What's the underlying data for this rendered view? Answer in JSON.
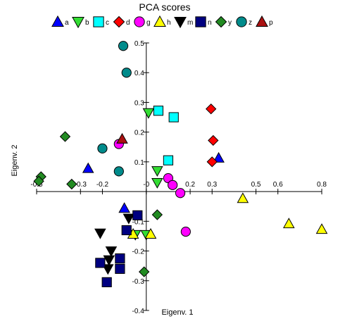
{
  "chart_data": {
    "type": "scatter",
    "title": "PCA scores",
    "xlabel": "Eigenv. 1",
    "ylabel": "Eigenv. 2",
    "xlim": [
      -0.5,
      0.8
    ],
    "ylim": [
      -0.4,
      0.5
    ],
    "grid": false,
    "legend_position": "top",
    "x_ticks": [
      {
        "v": -0.5,
        "label": "-0.5"
      },
      {
        "v": -0.3,
        "label": "-0.3"
      },
      {
        "v": -0.2,
        "label": "-0.2"
      },
      {
        "v": 0.0,
        "label": "-0"
      },
      {
        "v": 0.2,
        "label": "0.2"
      },
      {
        "v": 0.3,
        "label": "0.3"
      },
      {
        "v": 0.5,
        "label": "0.5"
      },
      {
        "v": 0.6,
        "label": "0.6"
      },
      {
        "v": 0.8,
        "label": "0.8"
      }
    ],
    "y_ticks": [
      {
        "v": 0.5,
        "label": "0.5"
      },
      {
        "v": 0.4,
        "label": "0.4"
      },
      {
        "v": 0.3,
        "label": "0.3"
      },
      {
        "v": 0.2,
        "label": "0.2"
      },
      {
        "v": 0.1,
        "label": "0.1"
      },
      {
        "v": -0.1,
        "label": "-0.1"
      },
      {
        "v": -0.2,
        "label": "-0.2"
      },
      {
        "v": -0.3,
        "label": "-0.3"
      },
      {
        "v": -0.4,
        "label": "-0.4"
      }
    ],
    "series": [
      {
        "name": "a",
        "marker": "triangle-up",
        "color": "#0000ff",
        "points": [
          [
            -0.265,
            0.078
          ],
          [
            0.33,
            0.113
          ],
          [
            -0.1,
            -0.056
          ]
        ]
      },
      {
        "name": "b",
        "marker": "triangle-down",
        "color": "#33dd33",
        "points": [
          [
            0.01,
            0.265
          ],
          [
            0.05,
            0.07
          ],
          [
            0.05,
            0.03
          ],
          [
            -0.05,
            -0.145
          ],
          [
            0.0,
            -0.145
          ]
        ]
      },
      {
        "name": "c",
        "marker": "square",
        "color": "#00ffff",
        "points": [
          [
            0.055,
            0.272
          ],
          [
            0.125,
            0.25
          ],
          [
            0.1,
            0.105
          ]
        ]
      },
      {
        "name": "d",
        "marker": "diamond",
        "color": "#ff0000",
        "points": [
          [
            0.295,
            0.278
          ],
          [
            0.305,
            0.172
          ],
          [
            0.3,
            0.1
          ]
        ]
      },
      {
        "name": "g",
        "marker": "circle",
        "color": "#ff00ff",
        "points": [
          [
            -0.125,
            0.16
          ],
          [
            0.1,
            0.045
          ],
          [
            0.12,
            0.022
          ],
          [
            0.155,
            -0.005
          ],
          [
            0.18,
            -0.135
          ]
        ]
      },
      {
        "name": "h",
        "marker": "triangle-up",
        "color": "#ffff00",
        "points": [
          [
            0.44,
            -0.023
          ],
          [
            0.65,
            -0.108
          ],
          [
            0.8,
            -0.127
          ],
          [
            0.02,
            -0.143
          ],
          [
            -0.06,
            -0.143
          ]
        ]
      },
      {
        "name": "m",
        "marker": "triangle-down",
        "color": "#000000",
        "points": [
          [
            -0.08,
            -0.09
          ],
          [
            -0.21,
            -0.14
          ],
          [
            -0.16,
            -0.2
          ],
          [
            -0.17,
            -0.23
          ],
          [
            -0.175,
            -0.26
          ]
        ]
      },
      {
        "name": "n",
        "marker": "square",
        "color": "#000080",
        "points": [
          [
            -0.04,
            -0.08
          ],
          [
            -0.09,
            -0.13
          ],
          [
            -0.12,
            -0.225
          ],
          [
            -0.21,
            -0.24
          ],
          [
            -0.12,
            -0.26
          ],
          [
            -0.18,
            -0.305
          ]
        ]
      },
      {
        "name": "y",
        "marker": "diamond",
        "color": "#228b22",
        "points": [
          [
            -0.37,
            0.185
          ],
          [
            -0.48,
            0.05
          ],
          [
            -0.49,
            0.035
          ],
          [
            -0.34,
            0.025
          ],
          [
            0.05,
            -0.078
          ],
          [
            -0.01,
            -0.27
          ]
        ]
      },
      {
        "name": "z",
        "marker": "circle",
        "color": "#008b8b",
        "points": [
          [
            -0.105,
            0.49
          ],
          [
            -0.09,
            0.4
          ],
          [
            -0.2,
            0.145
          ],
          [
            -0.125,
            0.068
          ]
        ]
      },
      {
        "name": "p",
        "marker": "triangle-up",
        "color": "#aa1111",
        "points": [
          [
            -0.11,
            0.177
          ]
        ]
      }
    ]
  }
}
